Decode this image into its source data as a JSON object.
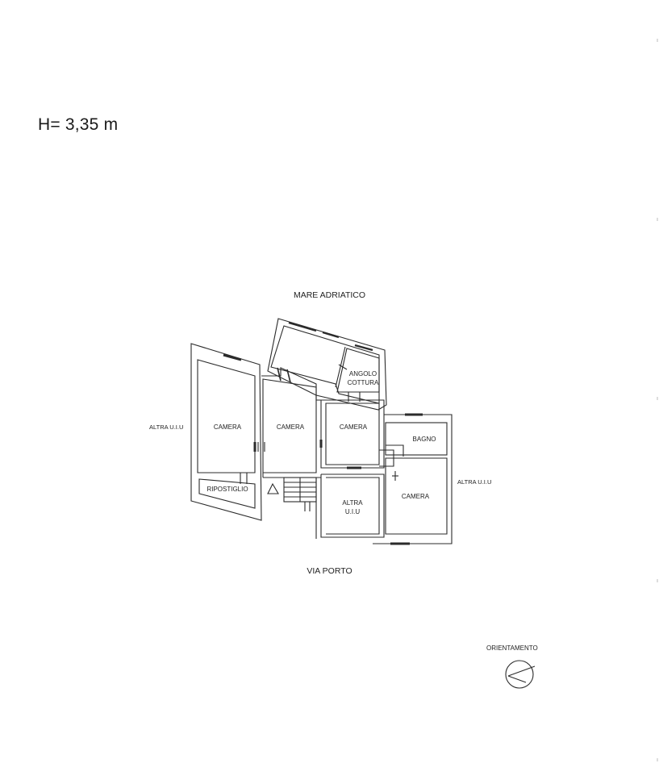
{
  "header": {
    "height": "H= 3,35 m"
  },
  "orientation": {
    "north": "MARE ADRIATICO",
    "south": "VIA PORTO",
    "west": "ALTRA U.I.U",
    "east": "ALTRA U.I.U",
    "compass_label": "ORIENTAMENTO"
  },
  "rooms": {
    "camera_1": "CAMERA",
    "camera_2": "CAMERA",
    "camera_3": "CAMERA",
    "camera_4": "CAMERA",
    "angolo_line1": "ANGOLO",
    "angolo_line2": "COTTURA",
    "bagno": "BAGNO",
    "ripostiglio": "RIPOSTIGLIO",
    "altra_line1": "ALTRA",
    "altra_line2": "U.I.U"
  },
  "colors": {
    "line": "#2b2b2b",
    "background": "#ffffff"
  }
}
